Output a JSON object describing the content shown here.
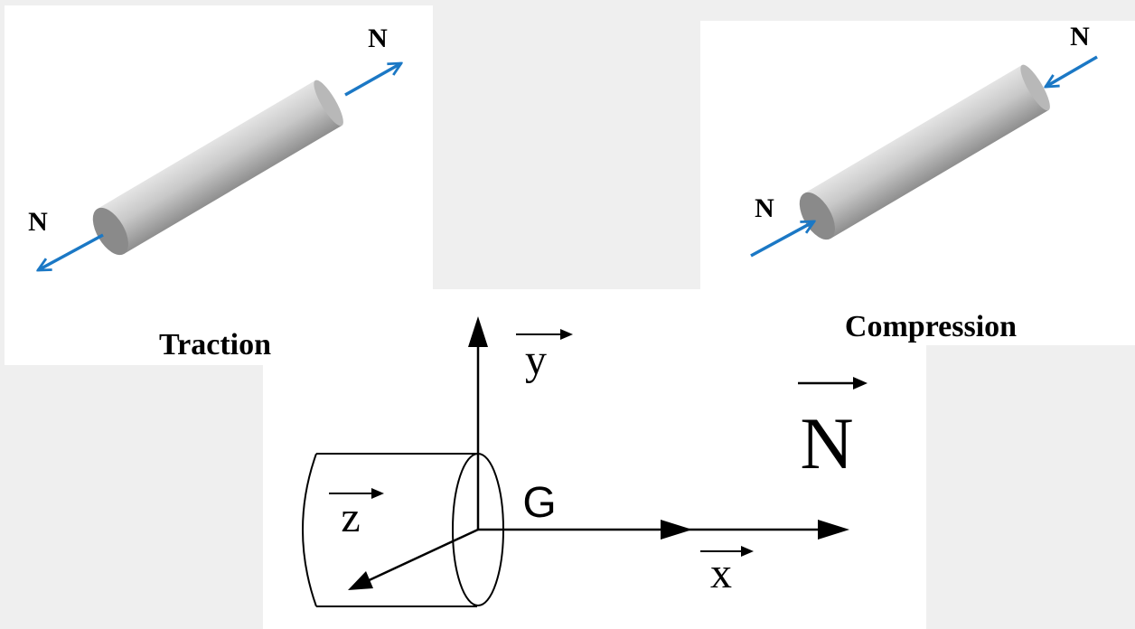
{
  "traction": {
    "caption": "Traction",
    "force_label_right": "N",
    "force_label_left": "N"
  },
  "compression": {
    "caption": "Compression",
    "force_label_right": "N",
    "force_label_left": "N"
  },
  "axes": {
    "x_label": "x",
    "y_label": "y",
    "z_label": "z",
    "origin_label": "G",
    "force_label": "N"
  },
  "colors": {
    "force_arrow": "#1b78c5",
    "bar_light": "#dcdcdc",
    "bar_dark": "#8f8f8f",
    "background": "#efefef"
  }
}
